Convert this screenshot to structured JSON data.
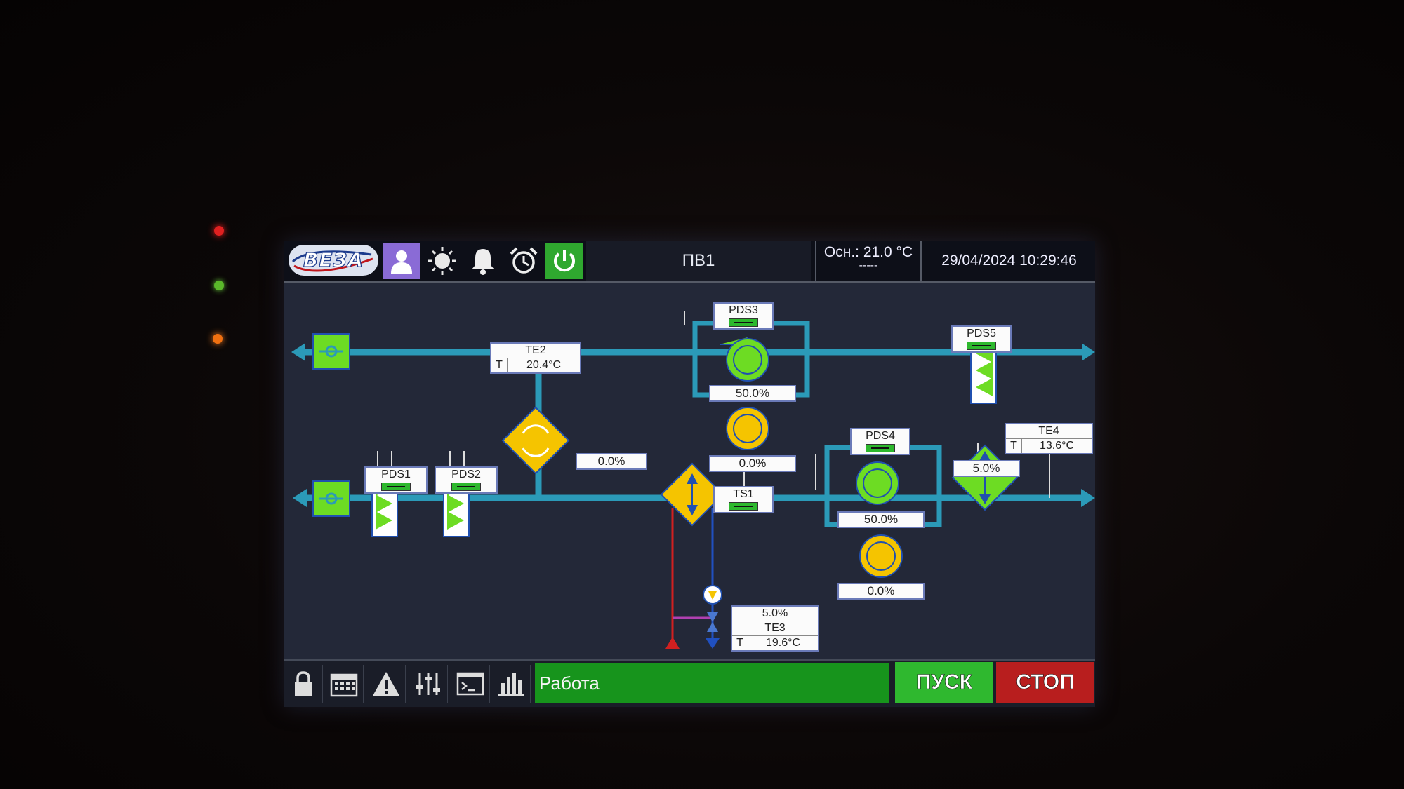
{
  "header": {
    "logo_text": "ВЕЗА",
    "title": "ПВ1",
    "outdoor_temp": "Осн.: 21.0 °C",
    "outdoor_sub": "-----",
    "datetime": "29/04/2024 10:29:46"
  },
  "toolbar_icons": [
    "user-icon",
    "sun-icon",
    "bell-icon",
    "alarm-clock-icon",
    "power-icon"
  ],
  "diagram": {
    "te2": {
      "name": "TE2",
      "unit": "T",
      "value": "20.4°C"
    },
    "heat_recovery_pct": "0.0%",
    "pds1": "PDS1",
    "pds2": "PDS2",
    "pds3": "PDS3",
    "pds4": "PDS4",
    "pds5": "PDS5",
    "ts1": "TS1",
    "exhaust_fan1_pct": "50.0%",
    "exhaust_fan2_pct": "0.0%",
    "supply_fan1_pct": "50.0%",
    "supply_fan2_pct": "0.0%",
    "cooler_pct": "5.0%",
    "heater_valve_pct": "5.0%",
    "te3": {
      "name": "TE3",
      "unit": "T",
      "value": "19.6°C"
    },
    "te4": {
      "name": "TE4",
      "unit": "T",
      "value": "13.6°C"
    }
  },
  "bottom": {
    "icons": [
      "lock-icon",
      "calendar-icon",
      "warning-icon",
      "sliders-icon",
      "terminal-icon",
      "bar-chart-icon"
    ],
    "status": "Работа",
    "start_label": "ПУСК",
    "stop_label": "СТОП"
  },
  "colors": {
    "duct": "#2b9ab8",
    "device_green": "#6ddc23",
    "device_yellow": "#f5c400",
    "panel_bg": "#232838"
  }
}
